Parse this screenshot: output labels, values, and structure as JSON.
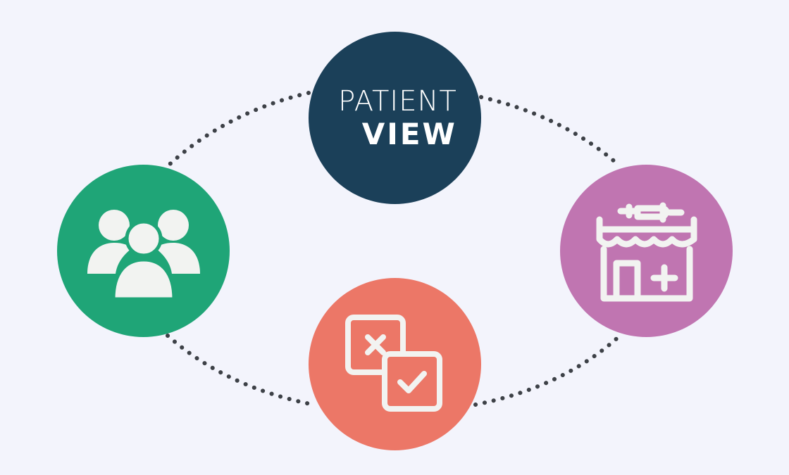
{
  "colors": {
    "background": "#f3f4fc",
    "connector": "#3d4147",
    "patientview": "#1b4059",
    "people": "#1fa577",
    "pharmacy": "#c075b1",
    "decision": "#ec7767",
    "icon_fill": "#f2f3f1"
  },
  "center_logo": {
    "line1": "PATIENT",
    "line2": "VIEW"
  },
  "nodes": [
    {
      "name": "patientview-logo",
      "icon": "patientview-logo"
    },
    {
      "name": "people-group",
      "icon": "people-group-icon"
    },
    {
      "name": "pharmacy",
      "icon": "pharmacy-icon"
    },
    {
      "name": "decision",
      "icon": "accept-reject-icon"
    }
  ]
}
